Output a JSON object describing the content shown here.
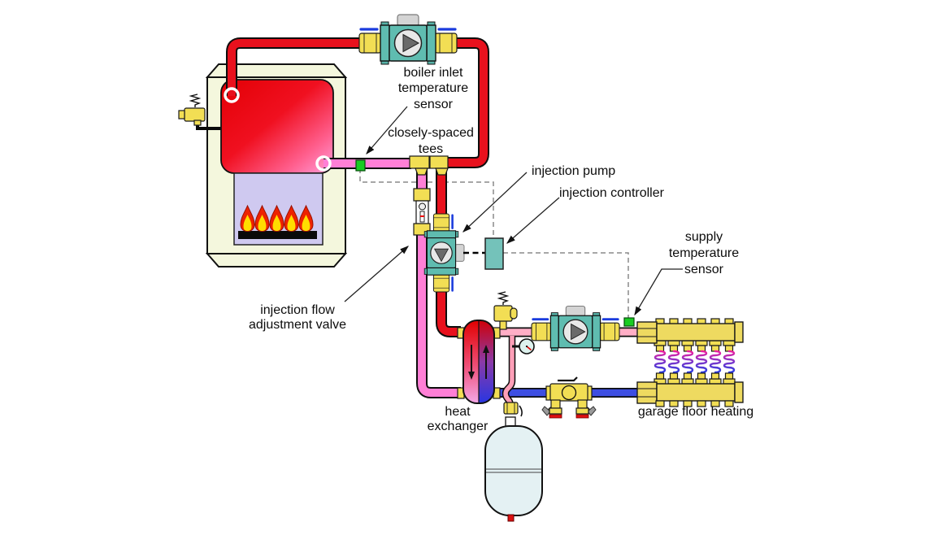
{
  "diagram": {
    "labels": {
      "boiler_inlet_sensor": [
        "boiler inlet",
        "temperature",
        "sensor"
      ],
      "closely_spaced_tees": [
        "closely-spaced",
        "tees"
      ],
      "injection_pump": "injection pump",
      "injection_controller": "injection controller",
      "injection_flow_valve": [
        "injection flow",
        "adjustment valve"
      ],
      "supply_sensor": [
        "supply",
        "temperature",
        "sensor"
      ],
      "heat_exchanger": [
        "heat",
        "exchanger"
      ],
      "garage_floor_heating": "garage floor heating"
    },
    "colors": {
      "boiler_supply_pipe": "#e8111d",
      "injection_return_pipe": "#ff7fd6",
      "distribution_supply_pipe": "#ffaec6",
      "distribution_return_pipe": "#3d4ee2",
      "brass_fitting": "#f2de54",
      "pump_body": "#5fbcb0",
      "controller_box": "#74c2ba",
      "sensor_green": "#19cc22",
      "boiler_casing": "#f4f7dd",
      "combustion_chamber": "#cfc9f0",
      "flame_outer": "#ee2200",
      "flame_inner": "#ffdd00",
      "expansion_tank": "#e4f1f3",
      "valve_handle_blue": "#1a3bdd"
    },
    "floor_loop_count": 6
  }
}
